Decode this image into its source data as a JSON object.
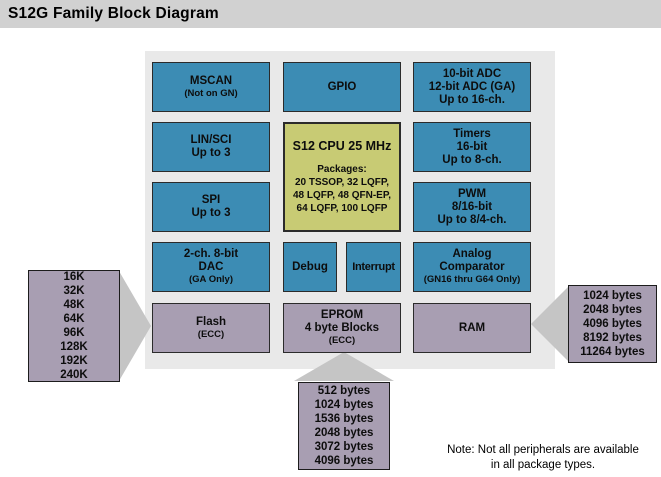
{
  "title": "S12G Family Block Diagram",
  "colors": {
    "peripheral_blue": "#3c8cb4",
    "cpu_green": "#c8cb74",
    "memory_purple": "#a89eb2",
    "panel_gray": "#e9e9e9",
    "titlebar_gray": "#d1d1d1",
    "callout_arrow_gray": "#c5c5c5"
  },
  "blocks": {
    "mscan": {
      "title": "MSCAN",
      "note": "(Not on GN)"
    },
    "gpio": {
      "title": "GPIO"
    },
    "adc": {
      "line1": "10-bit ADC",
      "line2": "12-bit ADC (GA)",
      "line3": "Up to 16-ch."
    },
    "lin_sci": {
      "line1": "LIN/SCI",
      "line2": "Up to 3"
    },
    "cpu": {
      "title": "S12 CPU 25 MHz",
      "packages_label": "Packages:",
      "packages_line1": "20 TSSOP, 32 LQFP,",
      "packages_line2": "48 LQFP, 48 QFN-EP,",
      "packages_line3": "64 LQFP, 100 LQFP"
    },
    "timers": {
      "line1": "Timers",
      "line2": "16-bit",
      "line3": "Up to 8-ch."
    },
    "spi": {
      "line1": "SPI",
      "line2": "Up to 3"
    },
    "pwm": {
      "line1": "PWM",
      "line2": "8/16-bit",
      "line3": "Up to 8/4-ch."
    },
    "dac": {
      "line1": "2-ch. 8-bit",
      "line2": "DAC",
      "note": "(GA Only)"
    },
    "debug": {
      "title": "Debug"
    },
    "interrupt": {
      "title": "Interrupt"
    },
    "analog_comparator": {
      "line1": "Analog",
      "line2": "Comparator",
      "note": "(GN16 thru G64 Only)"
    },
    "flash": {
      "title": "Flash",
      "note": "(ECC)"
    },
    "eprom": {
      "line1": "EPROM",
      "line2": "4 byte Blocks",
      "note": "(ECC)"
    },
    "ram": {
      "title": "RAM"
    }
  },
  "callouts": {
    "flash_sizes": [
      "16K",
      "32K",
      "48K",
      "64K",
      "96K",
      "128K",
      "192K",
      "240K"
    ],
    "eprom_sizes": [
      "512 bytes",
      "1024 bytes",
      "1536 bytes",
      "2048 bytes",
      "3072 bytes",
      "4096 bytes"
    ],
    "ram_sizes": [
      "1024 bytes",
      "2048 bytes",
      "4096 bytes",
      "8192 bytes",
      "11264 bytes"
    ]
  },
  "note": {
    "line1": "Note: Not all peripherals are available",
    "line2": "in all package types."
  }
}
